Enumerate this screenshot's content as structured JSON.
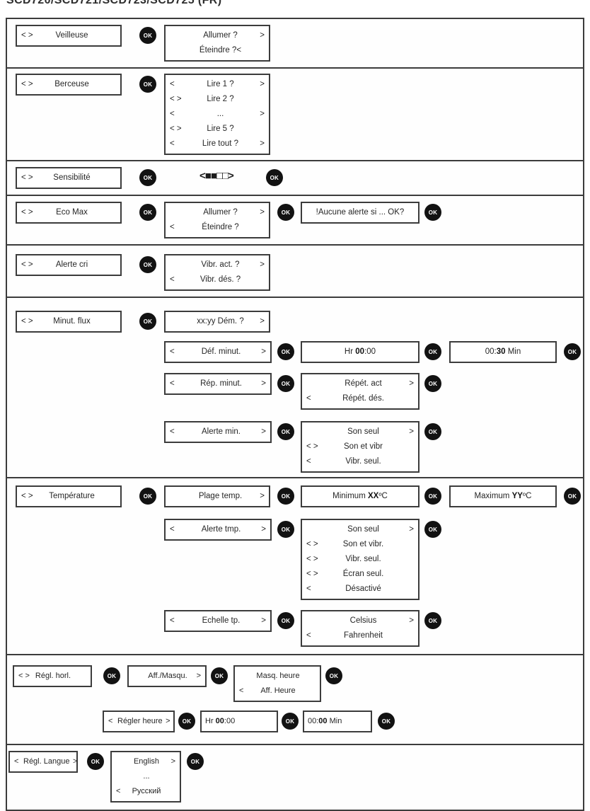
{
  "title": "SCD720/SCD721/SCD723/SCD725 (FR)",
  "ok": "OK",
  "colors": {
    "line": "#3c3c3c",
    "text": "#262626",
    "ok_bg": "#121212",
    "background": "#ffffff"
  },
  "sensitivity_display": {
    "open": "<",
    "filled": "■■",
    "empty": "□□",
    "close": ">"
  },
  "sections": {
    "veilleuse": {
      "menu": {
        "l": "< >",
        "c": "Veilleuse"
      },
      "screen": [
        {
          "c": "Allumer ?",
          "r": ">"
        },
        {
          "c": "Éteindre ?<"
        }
      ]
    },
    "berceuse": {
      "menu": {
        "l": "< >",
        "c": "Berceuse"
      },
      "screen": [
        {
          "l": "<",
          "c": "Lire 1 ?",
          "r": ">"
        },
        {
          "l": "< >",
          "c": "Lire 2 ?"
        },
        {
          "l": "<",
          "c": "...",
          "r": ">"
        },
        {
          "l": "< >",
          "c": "Lire 5 ?"
        },
        {
          "l": "<",
          "c": "Lire tout ?",
          "r": ">"
        }
      ]
    },
    "sensibilite": {
      "menu": {
        "l": "< >",
        "c": "Sensibilité"
      }
    },
    "ecomax": {
      "menu": {
        "l": "< >",
        "c": "Eco Max"
      },
      "screen_onoff": [
        {
          "c": "Allumer ?",
          "r": ">"
        },
        {
          "l": "<",
          "c": "Éteindre ?"
        }
      ],
      "screen_warning": [
        {
          "c": "!Aucune alerte si ... OK?"
        }
      ]
    },
    "alertecri": {
      "menu": {
        "l": "< >",
        "c": "Alerte cri"
      },
      "screen": [
        {
          "c": "Vibr. act. ?",
          "r": ">"
        },
        {
          "l": "<",
          "c": "Vibr. dés. ?"
        }
      ]
    },
    "minutflux": {
      "menu": {
        "l": "< >",
        "c": "Minut. flux"
      },
      "screen_start": [
        {
          "c": "xx:yy Dém. ?",
          "r": ">"
        }
      ],
      "def": {
        "submenu": {
          "l": "<",
          "c": "Déf. minut.",
          "r": ">"
        },
        "hours": {
          "pre": "Hr ",
          "bold": "00",
          "post": ":00"
        },
        "minutes": {
          "pre": "00:",
          "bold": "30",
          "post": " Min"
        }
      },
      "rep": {
        "submenu": {
          "l": "<",
          "c": "Rép. minut.",
          "r": ">"
        },
        "screen": [
          {
            "c": "Répét. act",
            "r": ">"
          },
          {
            "l": "<",
            "c": "Répét. dés."
          }
        ]
      },
      "alerte": {
        "submenu": {
          "l": "<",
          "c": "Alerte min.",
          "r": ">"
        },
        "screen": [
          {
            "c": "Son seul",
            "r": ">"
          },
          {
            "l": "< >",
            "c": "Son et vibr"
          },
          {
            "l": "<",
            "c": "Vibr. seul."
          }
        ]
      }
    },
    "temperature": {
      "menu": {
        "l": "< >",
        "c": "Température"
      },
      "screen_plage": [
        {
          "c": "Plage temp.",
          "r": ">"
        }
      ],
      "min": {
        "pre": "Minimum ",
        "bold": "XX",
        "post": "ºC"
      },
      "max": {
        "pre": "Maximum ",
        "bold": "YY",
        "post": "ºC"
      },
      "alerte": {
        "submenu": {
          "l": "<",
          "c": "Alerte tmp.",
          "r": ">"
        },
        "screen": [
          {
            "c": "Son seul",
            "r": ">"
          },
          {
            "l": "< >",
            "c": "Son et vibr."
          },
          {
            "l": "< >",
            "c": "Vibr. seul."
          },
          {
            "l": "< >",
            "c": "Écran seul."
          },
          {
            "l": "<",
            "c": "Désactivé"
          }
        ]
      },
      "echelle": {
        "submenu": {
          "l": "<",
          "c": "Echelle tp.",
          "r": ">"
        },
        "screen": [
          {
            "c": "Celsius",
            "r": ">"
          },
          {
            "l": "<",
            "c": "Fahrenheit"
          }
        ]
      }
    },
    "reglhorl": {
      "menu": {
        "l": "< >",
        "c": "Régl. horl."
      },
      "screen_affmasqu": [
        {
          "c": "Aff./Masqu.",
          "r": ">"
        }
      ],
      "screen_showhide": [
        {
          "c": "Masq. heure"
        },
        {
          "l": "<",
          "c": "Aff. Heure"
        }
      ],
      "regler": {
        "submenu": {
          "l": "<",
          "c": "Régler heure",
          "r": ">"
        },
        "hours": {
          "pre": "Hr ",
          "bold": "00",
          "post": ":00"
        },
        "minutes": {
          "pre": "00:",
          "bold": "00",
          "post": " Min"
        }
      }
    },
    "regllangue": {
      "menu": {
        "l": "<",
        "c": "Régl. Langue",
        "r": ">"
      },
      "screen": [
        {
          "c": "English",
          "r": ">"
        },
        {
          "c": "..."
        },
        {
          "l": "<",
          "c": "Русский"
        }
      ]
    }
  }
}
